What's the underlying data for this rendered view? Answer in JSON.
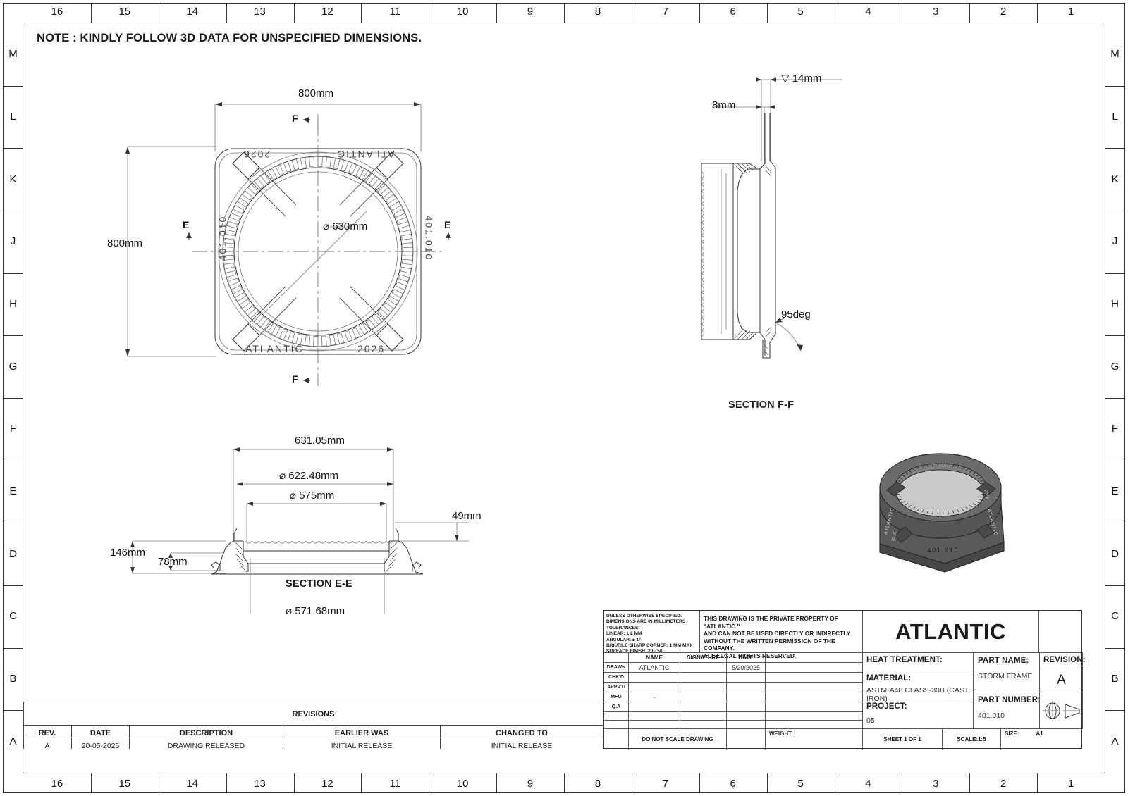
{
  "sheet": {
    "note": "NOTE : KINDLY FOLLOW 3D DATA FOR UNSPECIFIED DIMENSIONS.",
    "zones_top": [
      "16",
      "15",
      "14",
      "13",
      "12",
      "11",
      "10",
      "9",
      "8",
      "7",
      "6",
      "5",
      "4",
      "3",
      "2",
      "1"
    ],
    "zones_bottom": [
      "16",
      "15",
      "14",
      "13",
      "12",
      "11",
      "10",
      "9",
      "8",
      "7",
      "6",
      "5",
      "4",
      "3",
      "2",
      "1"
    ],
    "zones_side": [
      "M",
      "L",
      "K",
      "J",
      "H",
      "G",
      "F",
      "E",
      "D",
      "C",
      "B",
      "A"
    ]
  },
  "top_view": {
    "width_label": "800mm",
    "height_label": "800mm",
    "bore_label": "⌀ 630mm",
    "cast_top_left": "2026",
    "cast_top_right": "ATLANTIC",
    "cast_bottom_left": "ATLANTIC",
    "cast_bottom_right": "2026",
    "cast_left": "401.010",
    "cast_right": "401.010",
    "section_marks": [
      "F",
      "F",
      "E",
      "E"
    ]
  },
  "section_ff": {
    "title": "SECTION F-F",
    "dim_depth": "14mm",
    "dim_depth_symbol": "▽",
    "dim_thickness": "8mm",
    "dim_angle": "95deg"
  },
  "section_ee": {
    "title": "SECTION E-E",
    "dim_outer": "631.05mm",
    "dim_622": "⌀ 622.48mm",
    "dim_575": "⌀ 575mm",
    "dim_571": "⌀ 571.68mm",
    "dim_146": "146mm",
    "dim_78": "78mm",
    "dim_49": "49mm"
  },
  "title_block": {
    "spec_lines": [
      "UNLESS OTHERWISE SPECIFIED:",
      "DIMENSIONS ARE IN MILLIMETERS",
      "TOLERANCES:",
      "LINEAR: ± 2 MM",
      "ANGULAR: ± 1°",
      "BRK/FILE SHARP CORNER: 1 MM MAX",
      "SURFACE FINISH: 20 - 50"
    ],
    "legal_lines": [
      "THIS DRAWING IS THE PRIVATE PROPERTY OF \"ATLANTIC \"",
      "AND CAN NOT BE USED DIRECTLY OR INDIRECTLY",
      "WITHOUT THE WRITTEN PERMISSION  OF THE COMPANY.",
      "ALL LEGAL RIGHTS RESERVED."
    ],
    "approval_headers": [
      "NAME",
      "SIGNATURE",
      "DATE"
    ],
    "approval_rows": [
      {
        "role": "DRAWN",
        "name": "ATLANTIC",
        "signature": "",
        "date": "5/20/2025"
      },
      {
        "role": "CHK'D",
        "name": "",
        "signature": "",
        "date": ""
      },
      {
        "role": "APPV'D",
        "name": "",
        "signature": "",
        "date": ""
      },
      {
        "role": "MFG",
        "name": "-",
        "signature": "",
        "date": ""
      },
      {
        "role": "Q.A",
        "name": "",
        "signature": "",
        "date": ""
      }
    ],
    "heat_treatment_label": "HEAT TREATMENT:",
    "heat_treatment_value": "",
    "material_label": "MATERIAL:",
    "material_value": "ASTM-A48 CLASS-30B (CAST IRON)",
    "project_label": "PROJECT:",
    "project_value": "05",
    "company": "ATLANTIC",
    "part_name_label": "PART NAME:",
    "part_name_value": "STORM FRAME",
    "part_number_label": "PART NUMBER:",
    "part_number_value": "401.010",
    "revision_label": "REVISION:",
    "revision_value": "A",
    "do_not_scale": "DO NOT SCALE DRAWING",
    "weight_label": "WEIGHT:",
    "weight_value": "",
    "sheet_label": "SHEET 1 OF 1",
    "scale_label": "SCALE:1:5",
    "size_label": "SIZE:",
    "size_value": "A1"
  },
  "revisions": {
    "title": "REVISIONS",
    "columns": [
      "REV.",
      "DATE",
      "DESCRIPTION",
      "EARLIER WAS",
      "CHANGED TO"
    ],
    "rows": [
      {
        "rev": "A",
        "date": "20-05-2025",
        "description": "DRAWING RELEASED",
        "earlier_was": "INITIAL RELEASE",
        "changed_to": "INITIAL RELEASE"
      }
    ]
  }
}
